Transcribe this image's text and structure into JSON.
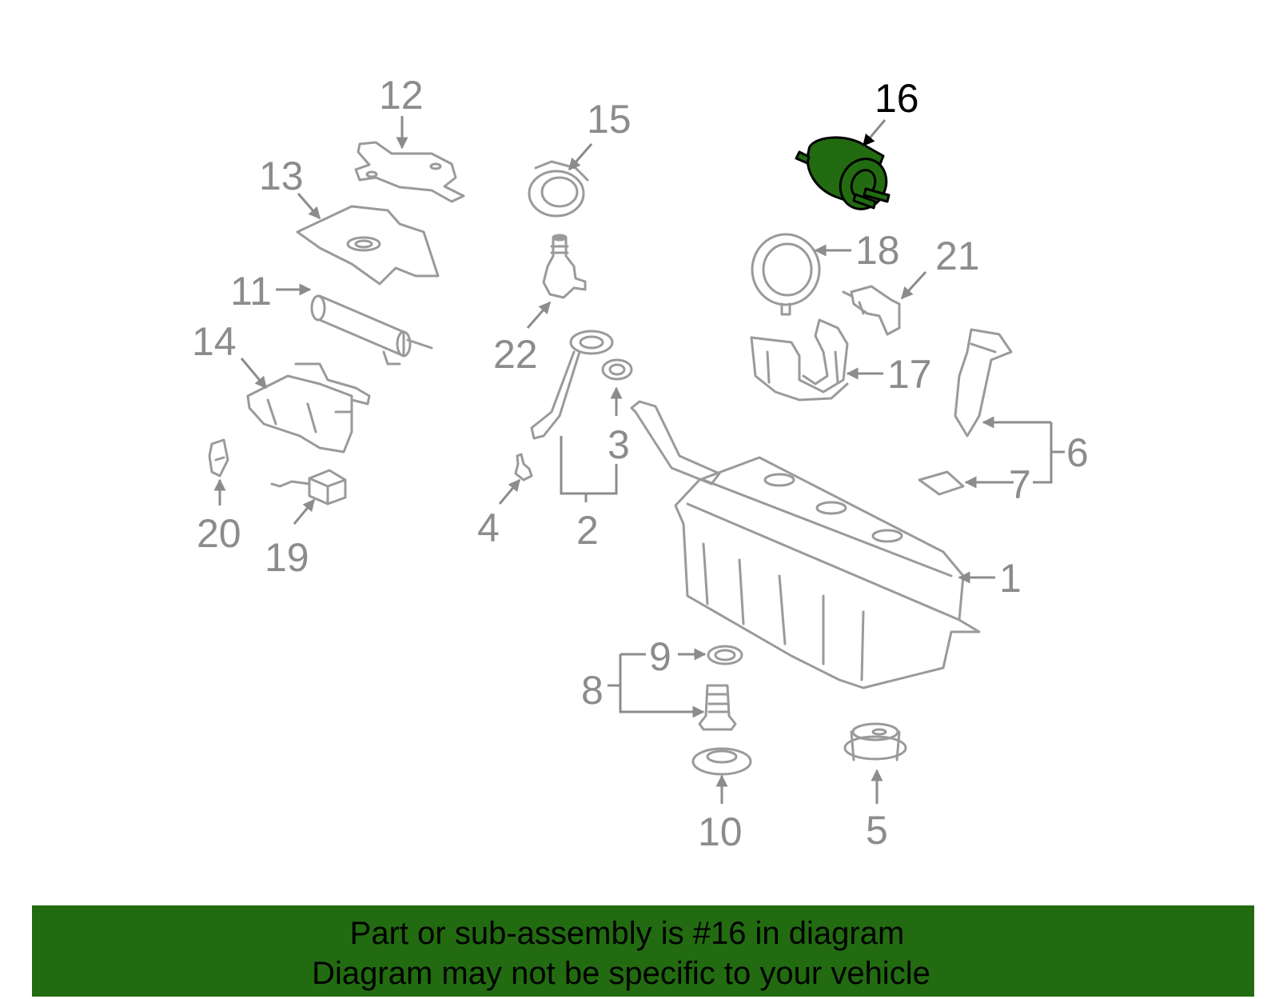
{
  "callouts": {
    "c1": "1",
    "c2": "2",
    "c3": "3",
    "c4": "4",
    "c5": "5",
    "c6": "6",
    "c7": "7",
    "c8": "8",
    "c9": "9",
    "c10": "10",
    "c11": "11",
    "c12": "12",
    "c13": "13",
    "c14": "14",
    "c15": "15",
    "c16": "16",
    "c17": "17",
    "c18": "18",
    "c19": "19",
    "c20": "20",
    "c21": "21",
    "c22": "22"
  },
  "banner": {
    "line1": "Part or sub-assembly is #16 in diagram",
    "line2": "Diagram may not be specific to your vehicle"
  },
  "colors": {
    "highlight": "#226b11",
    "parts": "#9a9a9a",
    "banner": "#226b11"
  }
}
